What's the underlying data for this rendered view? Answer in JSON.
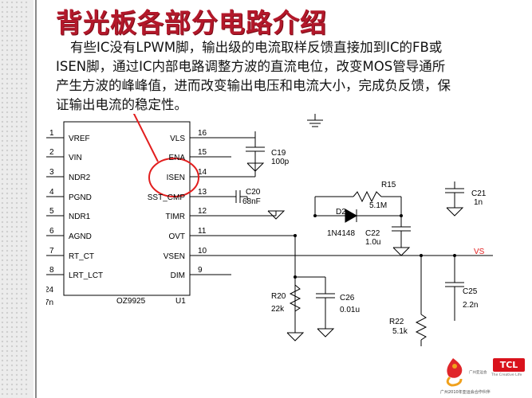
{
  "slide": {
    "title": "背光板各部分电路介绍",
    "paragraph": {
      "line1": "有些IC没有LPWM脚，输出级的电流取样反馈直接加到IC的FB或",
      "line2": "ISEN脚，通过IC内部电路调整方波的直流电位，改变MOS管导通所",
      "line3": "产生方波的峰峰值，进而改变输出电压和电流大小，完成负反馈，保",
      "line4": "证输出电流的稳定性。"
    }
  },
  "schematic": {
    "ic_name": "OZ9925",
    "ic_ref": "U1",
    "left_pins": [
      {
        "num": "1",
        "name": "VREF"
      },
      {
        "num": "2",
        "name": "VIN"
      },
      {
        "num": "3",
        "name": "NDR2"
      },
      {
        "num": "4",
        "name": "PGND"
      },
      {
        "num": "5",
        "name": "NDR1"
      },
      {
        "num": "6",
        "name": "AGND"
      },
      {
        "num": "7",
        "name": "RT_CT"
      },
      {
        "num": "8",
        "name": "LRT_LCT"
      }
    ],
    "right_pins": [
      {
        "num": "16",
        "name": "VLS"
      },
      {
        "num": "15",
        "name": "ENA"
      },
      {
        "num": "14",
        "name": "ISEN"
      },
      {
        "num": "13",
        "name": "SST_CMP"
      },
      {
        "num": "12",
        "name": "TIMR"
      },
      {
        "num": "11",
        "name": "OVT"
      },
      {
        "num": "10",
        "name": "VSEN"
      },
      {
        "num": "9",
        "name": "DIM"
      }
    ],
    "components": {
      "c19_ref": "C19",
      "c19_val": "100p",
      "c20_ref": "C20",
      "c20_val": "68nF",
      "r15_ref": "R15",
      "r15_val": "5.1M",
      "d2_ref": "D2",
      "d2_val": "1N4148",
      "c22_ref": "C22",
      "c22_val": "1.0u",
      "c21_ref": "C21",
      "c21_val": "1n",
      "r20_ref": "R20",
      "r20_val": "22k",
      "c26_ref": "C26",
      "c26_val": "0.01u",
      "r22_ref": "R22",
      "r22_val": "5.1k",
      "c25_ref": "C25",
      "c25_val": "2.2n",
      "vs_label": "VS",
      "stray_24": "24",
      "stray_7n": "7n"
    }
  },
  "footer": {
    "brand": "TCL",
    "slogan": "The Creative Life",
    "mascot_caption": "广州亚运会",
    "caption": "广州2010年亚运会合作伙伴"
  }
}
